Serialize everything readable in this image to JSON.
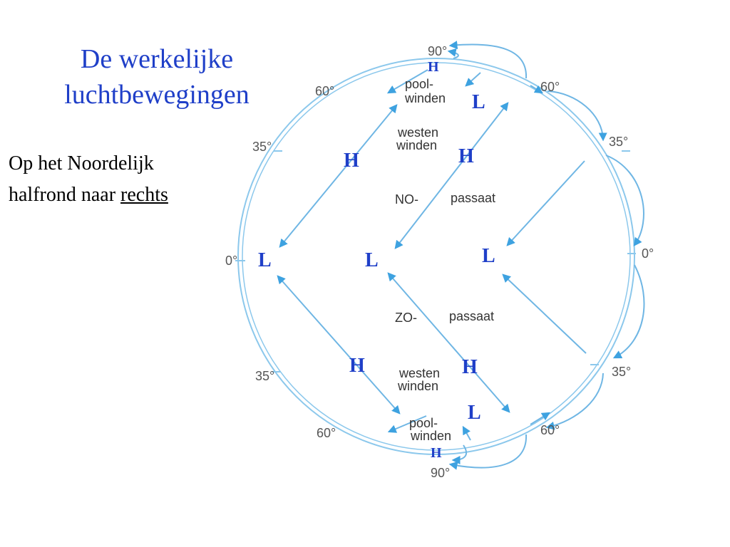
{
  "title_line1": "De werkelijke",
  "title_line2": "luchtbewegingen",
  "subtitle_line1": "Op het Noordelijk",
  "subtitle_prefix": "halfrond naar ",
  "subtitle_emphasis": "rechts",
  "degrees": {
    "n90": "90°",
    "n60_left": "60°",
    "n60_right": "60°",
    "n35_left": "35°",
    "n35_right": "35°",
    "eq_left": "0°",
    "eq_right": "0°",
    "s35_left": "35°",
    "s35_right": "35°",
    "s60_left": "60°",
    "s60_right": "60°",
    "s90": "90°"
  },
  "winds": {
    "polar_north_1": "pool-",
    "polar_north_2": "winden",
    "westerlies_north_1": "westen",
    "westerlies_north_2": "winden",
    "trade_ne_1": "NO-",
    "trade_ne_2": "passaat",
    "trade_se_1": "ZO-",
    "trade_se_2": "passaat",
    "westerlies_south_1": "westen",
    "westerlies_south_2": "winden",
    "polar_south_1": "pool-",
    "polar_south_2": "winden"
  },
  "pressure": {
    "north_pole": "H",
    "north_60": "L",
    "north_35_left": "H",
    "north_35_right": "H",
    "eq_left": "L",
    "eq_mid": "L",
    "eq_right": "L",
    "south_35_left": "H",
    "south_35_right": "H",
    "south_60": "L",
    "south_pole": "H"
  },
  "colors": {
    "arrow": "#6fb6e4",
    "arrowhead": "#3ea2e0",
    "pressure": "#1f3fc8",
    "title": "#1f3fc8"
  }
}
